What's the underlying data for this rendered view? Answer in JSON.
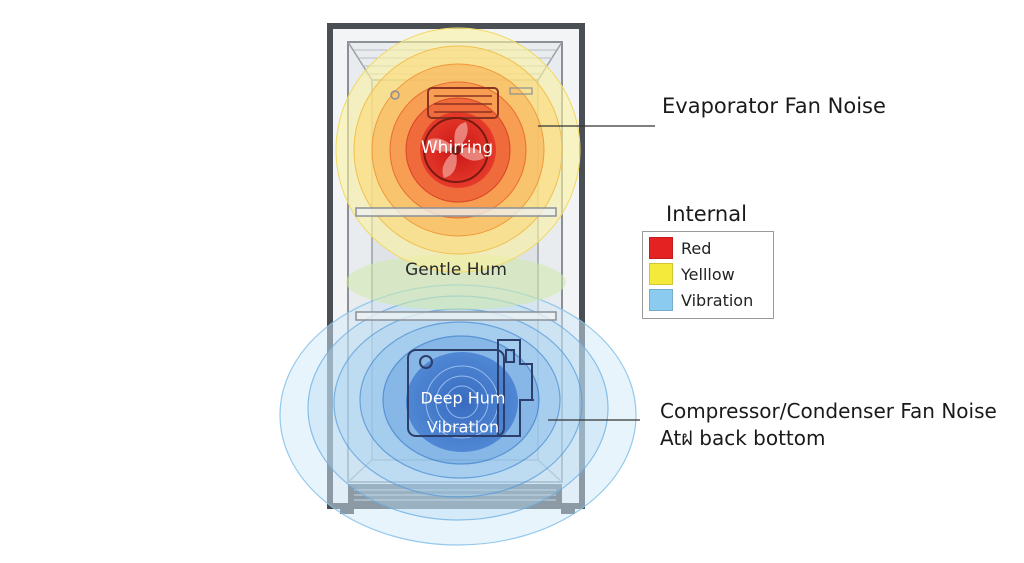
{
  "diagram": {
    "labels": {
      "whirring": "Whirring",
      "gentle_hum": "Gentle Hum",
      "deep_hum": "Deep Hum",
      "vibration": "Vibration"
    },
    "callouts": {
      "evaporator": "Evaporator Fan Noise",
      "compressor_line1": "Compressor/Condenser Fan Noise",
      "compressor_line2": "Atฝ back bottom"
    },
    "legend": {
      "title": "Internal",
      "items": [
        {
          "label": "Red",
          "color": "#e52222"
        },
        {
          "label": "Yelllow",
          "color": "#f4ea3c"
        },
        {
          "label": "Vibration",
          "color": "#8ccbf0"
        }
      ]
    },
    "colors": {
      "heat_red": "#e52222",
      "heat_orange": "#f79a2a",
      "heat_yellow": "#f6e35a",
      "vibration_blue": "#3a7fd6",
      "vibration_light": "#9fd0f0",
      "cabinet_frame": "#4a4f55"
    }
  }
}
